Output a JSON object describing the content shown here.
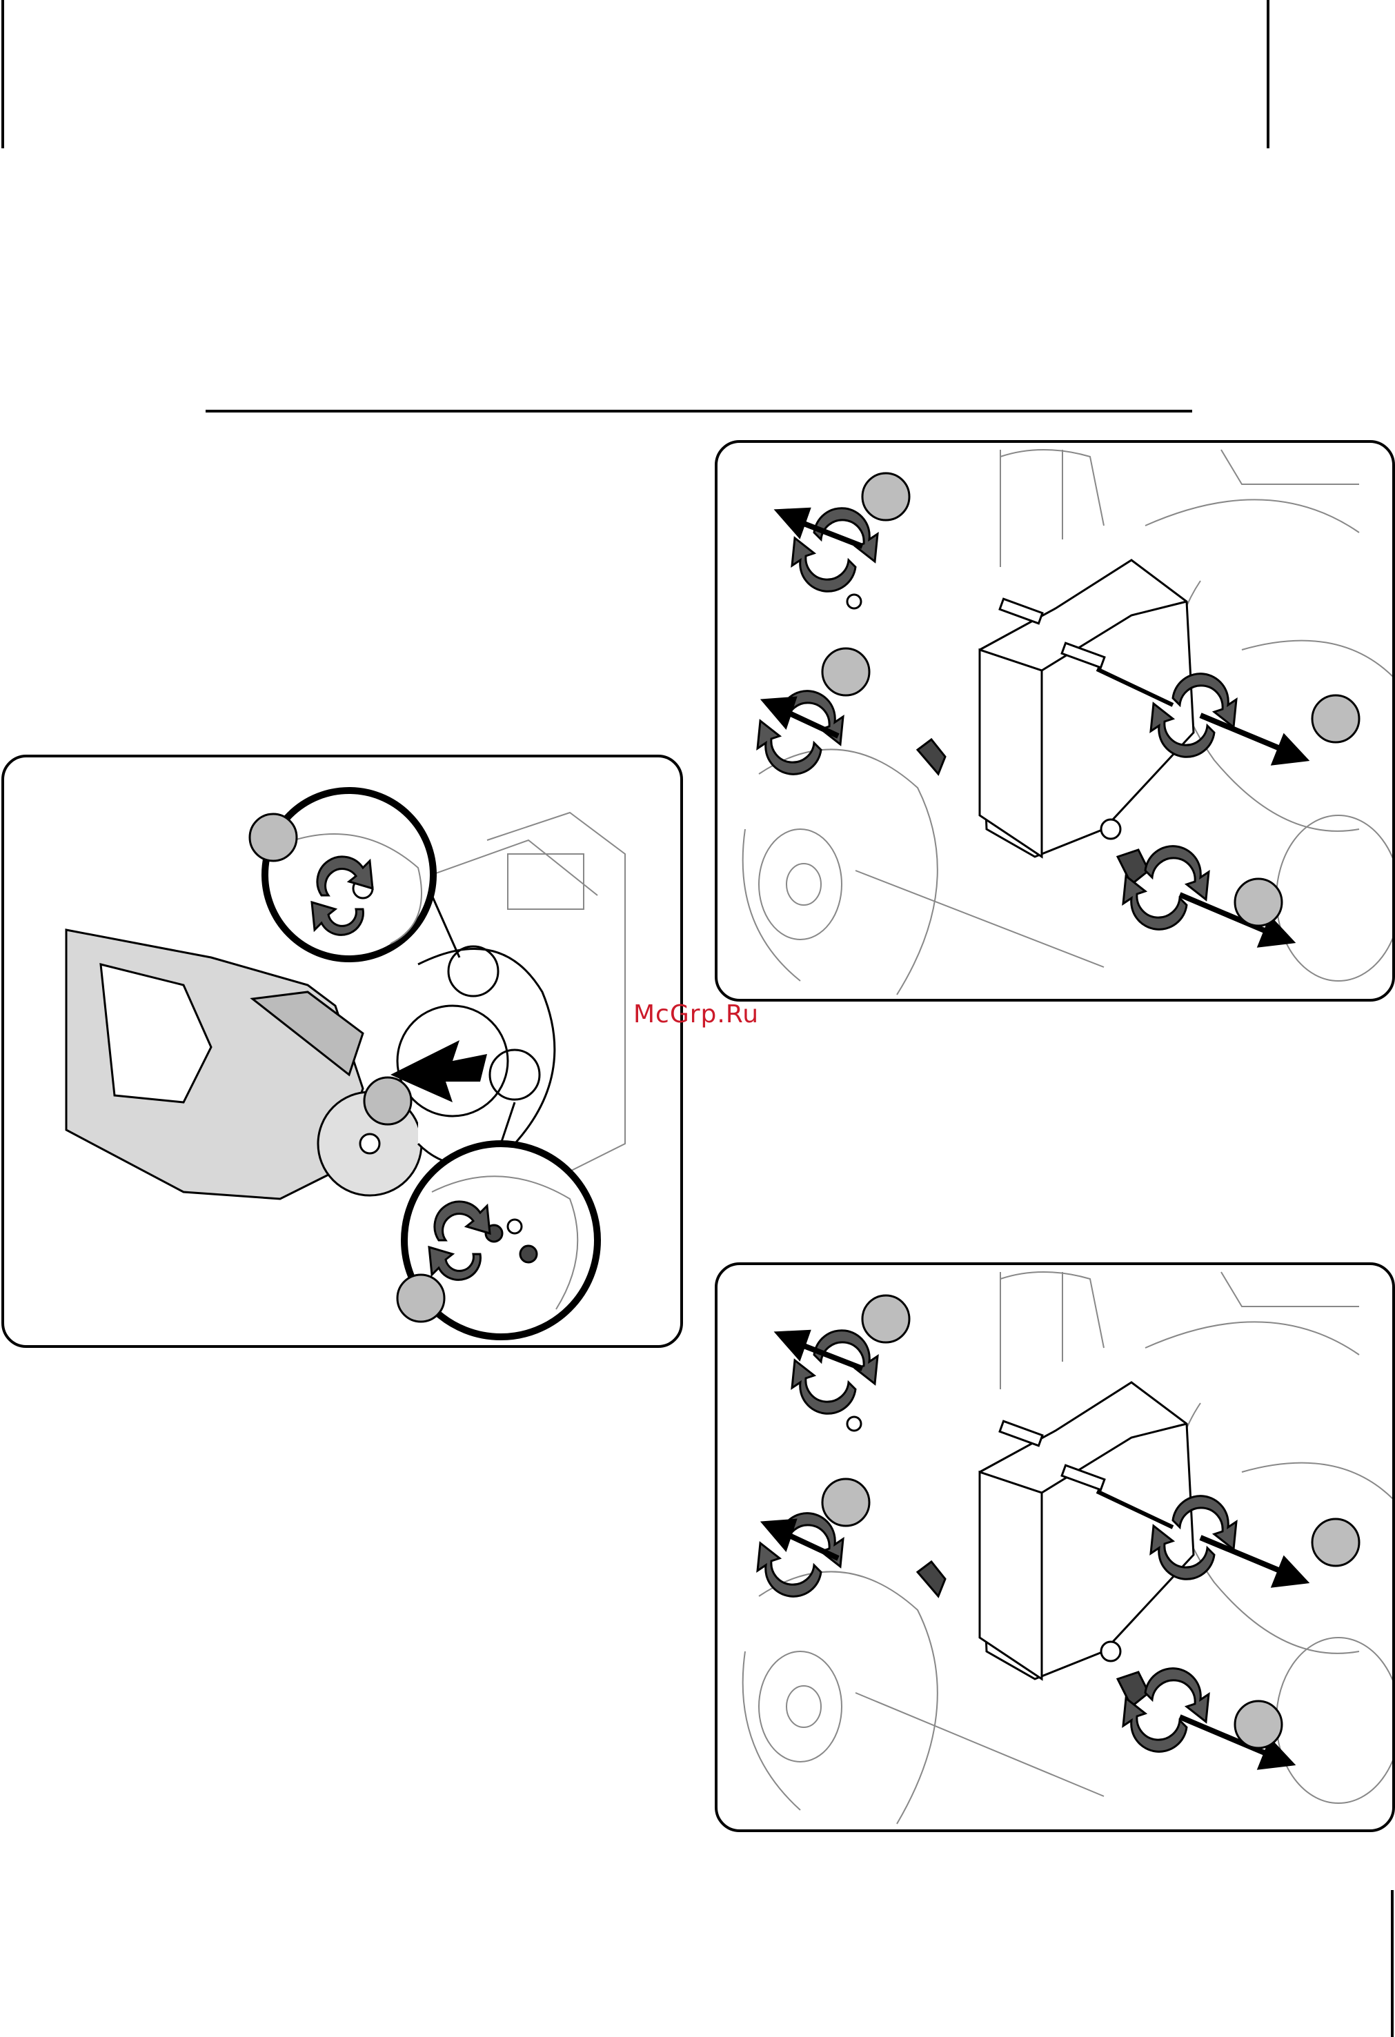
{
  "page": {
    "watermark": "McGrp.Ru"
  },
  "figures": [
    {
      "id": "blower-attach",
      "callouts": 3,
      "description_icons": [
        "rotate-arrows-icon",
        "push-arrow-icon"
      ]
    },
    {
      "id": "gearbox-remove-top",
      "callouts": 4,
      "description_icons": [
        "rotate-arrows-icon",
        "pull-arrow-icon"
      ]
    },
    {
      "id": "gearbox-remove-bottom",
      "callouts": 4,
      "description_icons": [
        "rotate-arrows-icon",
        "pull-arrow-icon"
      ]
    }
  ],
  "colors": {
    "line": "#000000",
    "callout_fill": "#bdbdbd",
    "shade": "#d8d8d8",
    "watermark": "#cc1a2a"
  }
}
